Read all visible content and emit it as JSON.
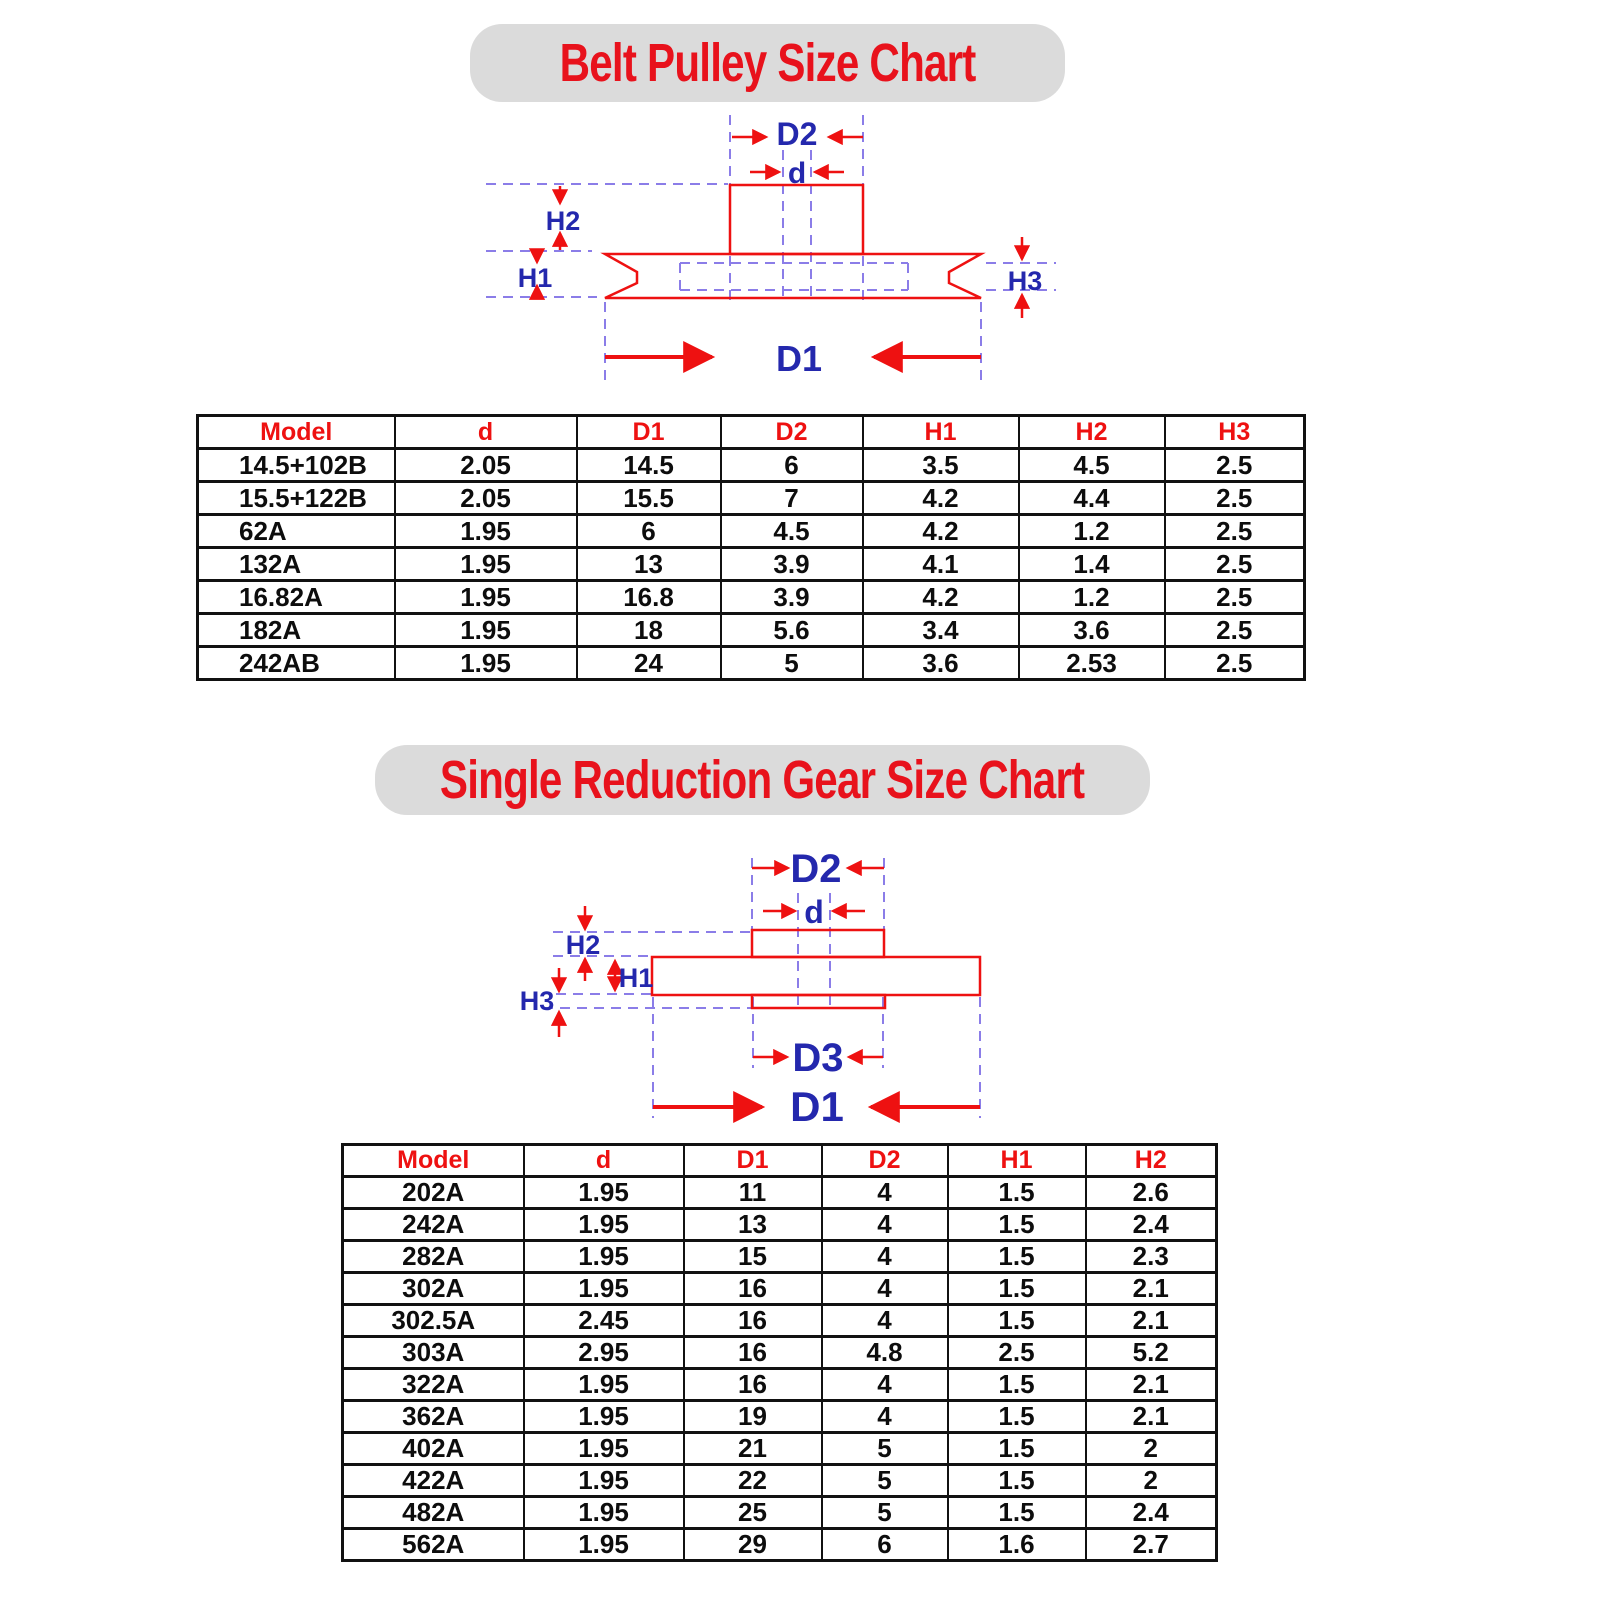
{
  "colors": {
    "red_line": "#ee1111",
    "title_red": "#e8121c",
    "label_blue": "#2428ad",
    "dash_purple": "#8b7de8",
    "title_bg_gray": "#dbdbdb",
    "table_border": "#111111"
  },
  "section1": {
    "title": "Belt Pulley Size Chart",
    "diagram_labels": {
      "d2": "D2",
      "d": "d",
      "h1": "H1",
      "h2": "H2",
      "h3": "H3",
      "d1": "D1"
    },
    "table": {
      "headers": [
        "Model",
        "d",
        "D1",
        "D2",
        "H1",
        "H2",
        "H3"
      ],
      "rows": [
        [
          "14.5+102B",
          "2.05",
          "14.5",
          "6",
          "3.5",
          "4.5",
          "2.5"
        ],
        [
          "15.5+122B",
          "2.05",
          "15.5",
          "7",
          "4.2",
          "4.4",
          "2.5"
        ],
        [
          "62A",
          "1.95",
          "6",
          "4.5",
          "4.2",
          "1.2",
          "2.5"
        ],
        [
          "132A",
          "1.95",
          "13",
          "3.9",
          "4.1",
          "1.4",
          "2.5"
        ],
        [
          "16.82A",
          "1.95",
          "16.8",
          "3.9",
          "4.2",
          "1.2",
          "2.5"
        ],
        [
          "182A",
          "1.95",
          "18",
          "5.6",
          "3.4",
          "3.6",
          "2.5"
        ],
        [
          "242AB",
          "1.95",
          "24",
          "5",
          "3.6",
          "2.53",
          "2.5"
        ]
      ]
    }
  },
  "section2": {
    "title": "Single Reduction Gear Size Chart",
    "diagram_labels": {
      "d2": "D2",
      "d": "d",
      "h1": "H1",
      "h2": "H2",
      "h3": "H3",
      "d3": "D3",
      "d1": "D1"
    },
    "table": {
      "headers": [
        "Model",
        "d",
        "D1",
        "D2",
        "H1",
        "H2"
      ],
      "rows": [
        [
          "202A",
          "1.95",
          "11",
          "4",
          "1.5",
          "2.6"
        ],
        [
          "242A",
          "1.95",
          "13",
          "4",
          "1.5",
          "2.4"
        ],
        [
          "282A",
          "1.95",
          "15",
          "4",
          "1.5",
          "2.3"
        ],
        [
          "302A",
          "1.95",
          "16",
          "4",
          "1.5",
          "2.1"
        ],
        [
          "302.5A",
          "2.45",
          "16",
          "4",
          "1.5",
          "2.1"
        ],
        [
          "303A",
          "2.95",
          "16",
          "4.8",
          "2.5",
          "5.2"
        ],
        [
          "322A",
          "1.95",
          "16",
          "4",
          "1.5",
          "2.1"
        ],
        [
          "362A",
          "1.95",
          "19",
          "4",
          "1.5",
          "2.1"
        ],
        [
          "402A",
          "1.95",
          "21",
          "5",
          "1.5",
          "2"
        ],
        [
          "422A",
          "1.95",
          "22",
          "5",
          "1.5",
          "2"
        ],
        [
          "482A",
          "1.95",
          "25",
          "5",
          "1.5",
          "2.4"
        ],
        [
          "562A",
          "1.95",
          "29",
          "6",
          "1.6",
          "2.7"
        ]
      ]
    }
  }
}
